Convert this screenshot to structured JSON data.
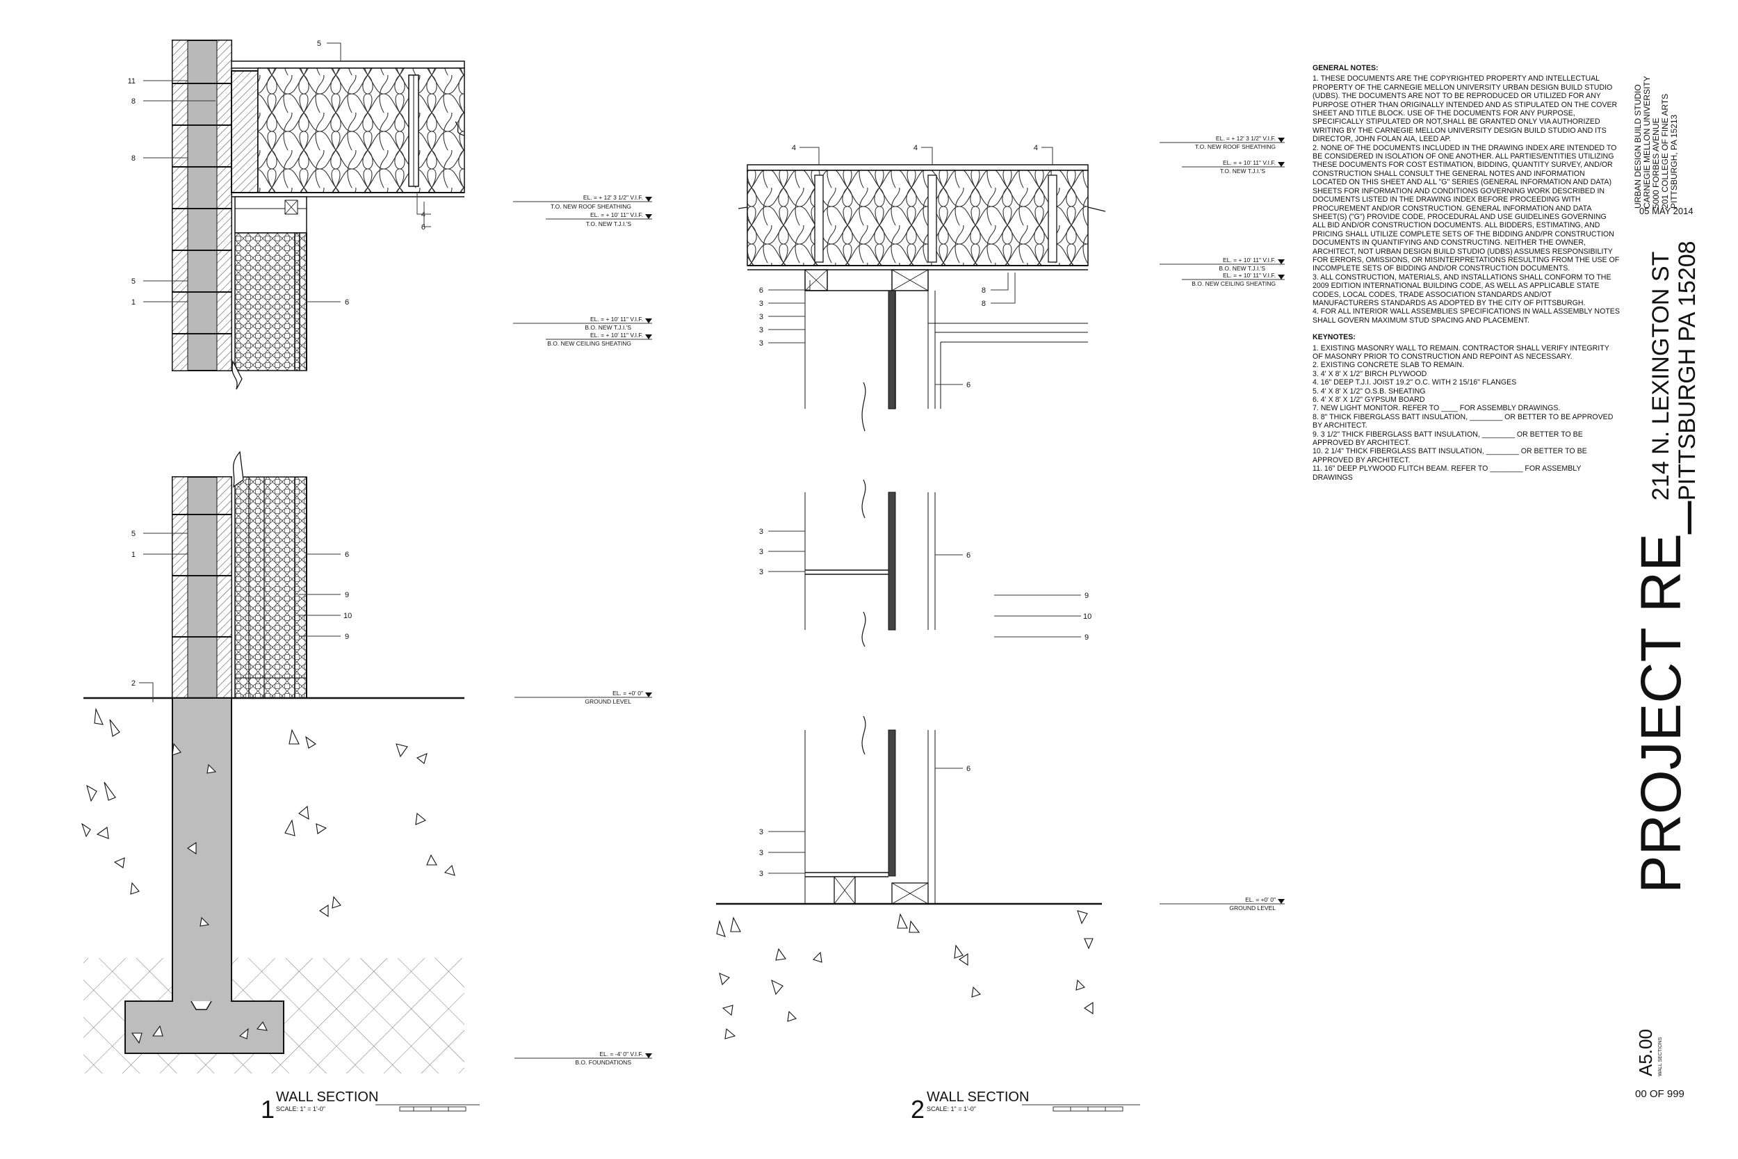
{
  "section_1": {
    "number": "1",
    "title": "WALL SECTION",
    "scale": "SCALE: 1\" = 1'-0\"",
    "callouts_upper": [
      "11",
      "8",
      "8",
      "5",
      "1",
      "5",
      "4",
      "6",
      "6"
    ],
    "callouts_lower": [
      "5",
      "1",
      "6",
      "9",
      "10",
      "9",
      "2"
    ],
    "elevations": [
      {
        "value": "EL. = + 12' 3 1/2\" V.I.F.",
        "label": "T.O. NEW ROOF SHEATHING"
      },
      {
        "value": "EL. = + 10' 11\" V.I.F.",
        "label": "T.O. NEW T.J.I.'S"
      },
      {
        "value": "EL. = + 10' 11\" V.I.F.",
        "label": "B.O. NEW T.J.I.'S"
      },
      {
        "value": "EL. = + 10' 11\" V.I.F.",
        "label": "B.O. NEW CEILING SHEATING"
      },
      {
        "value": "EL. = +0' 0\"",
        "label": "GROUND LEVEL"
      },
      {
        "value": "EL. = -4' 0\" V.I.F.",
        "label": "B.O. FOUNDATIONS"
      }
    ]
  },
  "section_2": {
    "number": "2",
    "title": "WALL SECTION",
    "scale": "SCALE: 1\" = 1'-0\"",
    "callouts_top": [
      "4",
      "4",
      "4"
    ],
    "callouts_left_top": [
      "6",
      "3",
      "3",
      "3",
      "3"
    ],
    "callouts_right_top": [
      "8",
      "8"
    ],
    "callout_six": "6",
    "callouts_mid": [
      "3",
      "3",
      "3"
    ],
    "callouts_mid_right": [
      "9",
      "10",
      "9"
    ],
    "callouts_bottom": [
      "3",
      "3",
      "3"
    ],
    "elevations": [
      {
        "value": "EL. = + 12' 3 1/2\" V.I.F.",
        "label": "T.O. NEW ROOF SHEATHING"
      },
      {
        "value": "EL. = + 10' 11\" V.I.F.",
        "label": "T.O. NEW T.J.I.'S"
      },
      {
        "value": "EL. = + 10' 11\" V.I.F.",
        "label": "B.O. NEW T.J.I.'S"
      },
      {
        "value": "EL. = + 10' 11\" V.I.F.",
        "label": "B.O. NEW CEILING SHEATING"
      },
      {
        "value": "EL. = +0' 0\"",
        "label": "GROUND LEVEL"
      }
    ]
  },
  "general_notes": {
    "heading": "GENERAL NOTES:",
    "items": [
      "1. THESE DOCUMENTS ARE THE COPYRIGHTED PROPERTY AND INTELLECTUAL PROPERTY OF THE CARNEGIE MELLON UNIVERSITY URBAN DESIGN BUILD STUDIO (UDBS). THE DOCUMENTS ARE NOT TO BE REPRODUCED OR UTILIZED FOR ANY PURPOSE OTHER THAN ORIGINALLY INTENDED AND AS STIPULATED ON THE COVER SHEET AND TITLE BLOCK. USE OF THE DOCUMENTS FOR ANY PURPOSE, SPECIFICALLY STIPULATED OR NOT,SHALL BE GRANTED ONLY VIA AUTHORIZED WRITING BY THE CARNEGIE MELLON UNIVERSITY DESIGN BUILD STUDIO AND ITS DIRECTOR, JOHN FOLAN AIA, LEED AP.",
      "2. NONE OF THE DOCUMENTS INCLUDED IN THE DRAWING INDEX ARE INTENDED TO BE CONSIDERED IN ISOLATION OF ONE ANOTHER. ALL PARTIES/ENTITIES UTILIZING THESE DOCUMENTS FOR COST ESTIMATION, BIDDING, QUANTITY SURVEY, AND/OR CONSTRUCTION SHALL CONSULT THE GENERAL NOTES AND INFORMATION LOCATED ON THIS SHEET AND ALL \"G\" SERIES (GENERAL INFORMATION AND DATA) SHEETS FOR INFORMATION AND CONDITIONS GOVERNING WORK DESCRIBED IN DOCUMENTS LISTED IN THE DRAWING INDEX BEFORE PROCEEDING WITH PROCUREMENT AND/OR CONSTRUCTION. GENERAL INFORMATION AND DATA SHEET(S) (\"G\") PROVIDE CODE, PROCEDURAL AND USE GUIDELINES GOVERNING ALL BID AND/OR CONSTRUCTION DOCUMENTS. ALL BIDDERS, ESTIMATING, AND PRICING SHALL UTILIZE COMPLETE SETS OF THE BIDDING AND/PR CONSTRUCTION DOCUMENTS IN QUANTIFYING AND CONSTRUCTING. NEITHER THE OWNER, ARCHITECT, NOT URBAN DESIGN BUILD STUDIO (UDBS) ASSUMES RESPONSIBILITY FOR ERRORS, OMISSIONS, OR MISINTERPRETATIONS RESULTING FROM THE USE OF INCOMPLETE SETS OF BIDDING AND/OR CONSTRUCTION DOCUMENTS.",
      "3. ALL CONSTRUCTION, MATERIALS, AND INSTALLATIONS SHALL CONFORM TO THE 2009 EDITION INTERNATIONAL BUILDING CODE, AS WELL AS APPLICABLE STATE CODES, LOCAL CODES, TRADE ASSOCIATION STANDARDS AND/OT MANUFACTURERS STANDARDS AS ADOPTED BY THE CITY OF PITTSBURGH.",
      "4. FOR ALL INTERIOR WALL ASSEMBLIES SPECIFICATIONS IN WALL ASSEMBLY NOTES SHALL GOVERN MAXIMUM STUD SPACING AND PLACEMENT."
    ]
  },
  "keynotes": {
    "heading": "KEYNOTES:",
    "items": [
      "1. EXISTING MASONRY WALL TO REMAIN. CONTRACTOR SHALL VERIFY INTEGRITY OF MASONRY PRIOR TO CONSTRUCTION AND REPOINT AS NECESSARY.",
      "2. EXISTING CONCRETE SLAB TO REMAIN.",
      "3. 4' X 8' X 1/2\" BIRCH PLYWOOD",
      "4. 16\" DEEP T.J.I. JOIST 19.2\" O.C. WITH 2 15/16\" FLANGES",
      "5. 4' X 8' X 1/2\" O.S.B. SHEATING",
      "6. 4' X 8' X 1/2\" GYPSUM BOARD",
      "7. NEW LIGHT MONITOR. REFER TO ____ FOR ASSEMBLY DRAWINGS.",
      "8. 8\" THICK FIBERGLASS BATT INSULATION, ________ OR BETTER TO BE APPROVED BY ARCHITECT.",
      "9. 3 1/2\" THICK FIBERGLASS BATT INSULATION, ________ OR BETTER TO BE APPROVED BY ARCHITECT.",
      "10. 2 1/4\" THICK FIBERGLASS BATT INSULATION, ________ OR BETTER TO BE APPROVED BY ARCHITECT.",
      "11. 16\" DEEP PLYWOOD FLITCH BEAM. REFER TO ________ FOR ASSEMBLY DRAWINGS"
    ]
  },
  "title_block": {
    "studio_lines": [
      "URBAN DESIGN BUILD STUDIO",
      "CARNEGIE MELLON UNIVERSITY",
      "5000 FORBES AVENUE",
      "201 COLLEGE OF FINE ARTS",
      "PITTSBURGH, PA 15213"
    ],
    "date": "05 MAY 2014",
    "address_line1": "214 N. LEXINGTON ST",
    "address_line2": "PITTSBURGH PA 15208",
    "project_name": "PROJECT RE_",
    "sheet_number": "A5.00",
    "sheet_title": "WALL SECTIONS",
    "sheet_count": "00 OF 999"
  }
}
